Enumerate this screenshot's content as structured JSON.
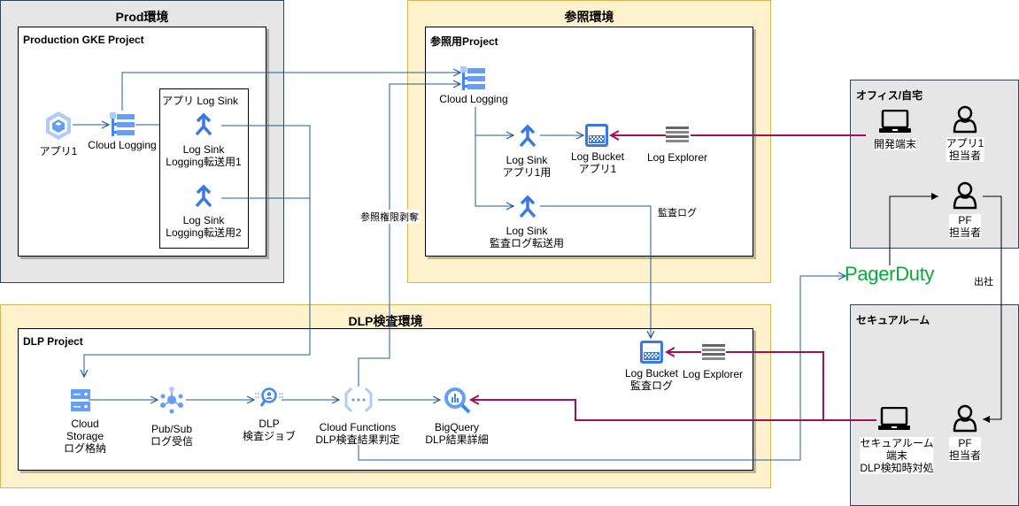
{
  "environments": {
    "prod": {
      "title": "Prod環境",
      "project": "Production GKE Project",
      "sink_group": "アプリ Log Sink"
    },
    "reference": {
      "title": "参照環境",
      "project": "参照用Project"
    },
    "dlp": {
      "title": "DLP検査環境",
      "project": "DLP Project"
    },
    "office": {
      "title": "オフィス/自宅"
    },
    "secure_room": {
      "title": "セキュアルーム"
    }
  },
  "nodes": {
    "app1": {
      "label": "アプリ1",
      "icon": "gke-hexagon-icon"
    },
    "prod_logging": {
      "label": "Cloud Logging",
      "icon": "cloud-logging-icon"
    },
    "sink1": {
      "label": "Log Sink\nLogging転送用1",
      "icon": "log-sink-icon"
    },
    "sink2": {
      "label": "Log Sink\nLogging転送用2",
      "icon": "log-sink-icon"
    },
    "ref_logging": {
      "label": "Cloud Logging",
      "icon": "cloud-logging-icon"
    },
    "ref_sink_app": {
      "label": "Log Sink\nアプリ1用",
      "icon": "log-sink-icon"
    },
    "ref_bucket_app": {
      "label": "Log Bucket\nアプリ1",
      "icon": "log-bucket-icon"
    },
    "ref_explorer": {
      "label": "Log Explorer",
      "icon": "log-explorer-icon"
    },
    "ref_sink_audit": {
      "label": "Log Sink\n監査ログ転送用",
      "icon": "log-sink-icon"
    },
    "dev_terminal": {
      "label": "開発端末",
      "icon": "laptop-icon"
    },
    "app1_owner": {
      "label": "アプリ1\n担当者",
      "icon": "user-icon"
    },
    "pf_owner_office": {
      "label": "PF\n担当者",
      "icon": "user-icon"
    },
    "pagerduty": {
      "label": "PagerDuty"
    },
    "storage": {
      "label": "Cloud\nStorage\nログ格納",
      "icon": "cloud-storage-icon"
    },
    "pubsub": {
      "label": "Pub/Sub\nログ受信",
      "icon": "pubsub-icon"
    },
    "dlp_job": {
      "label": "DLP\n検査ジョブ",
      "icon": "dlp-icon"
    },
    "functions": {
      "label": "Cloud Functions\nDLP検査結果判定",
      "icon": "cloud-functions-icon"
    },
    "bigquery": {
      "label": "BigQuery\nDLP結果詳細",
      "icon": "bigquery-icon"
    },
    "audit_bucket": {
      "label": "Log Bucket\n監査ログ",
      "icon": "log-bucket-icon"
    },
    "dlp_explorer": {
      "label": "Log Explorer",
      "icon": "log-explorer-icon"
    },
    "secure_terminal": {
      "label": "セキュアルーム\n端末\nDLP検知時対処",
      "icon": "laptop-icon"
    },
    "pf_owner_secure": {
      "label": "PF\n担当者",
      "icon": "user-icon"
    }
  },
  "edge_labels": {
    "revoke": "参照権限剥奪",
    "audit_log": "監査ログ",
    "go_office": "出社"
  },
  "colors": {
    "flow_blue": "#1f5c99",
    "access_crimson": "#a50f56",
    "gcp_blue": "#4285f4",
    "gcp_light_blue": "#aecbfa",
    "pagerduty_green": "#06ac38"
  }
}
